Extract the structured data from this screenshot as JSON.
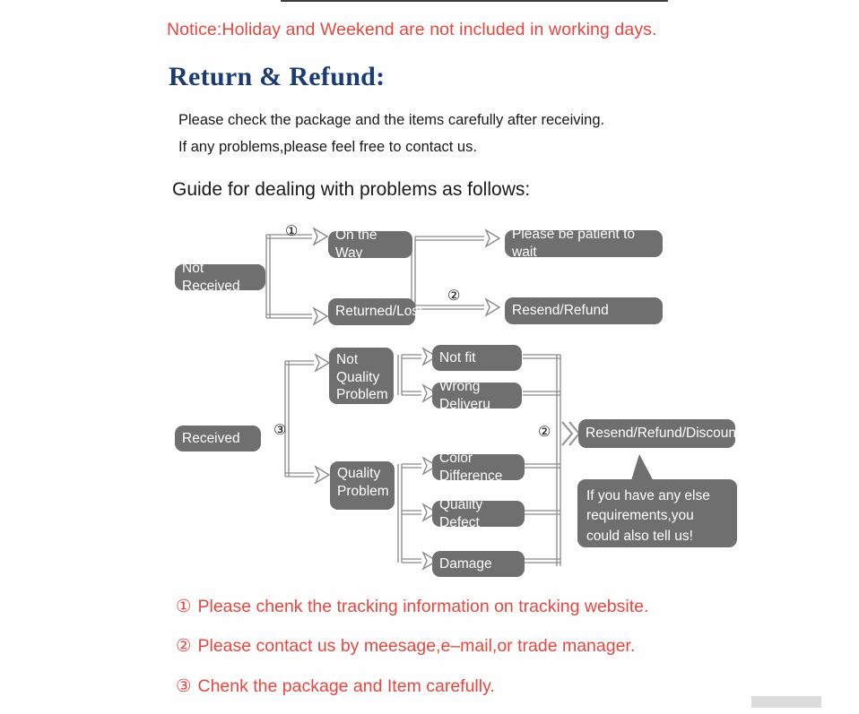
{
  "notice": "Notice:Holiday and Weekend are not included in working days.",
  "heading": "Return & Refund:",
  "paragraphs": [
    "Please check the package and the items carefully after receiving.",
    "If any problems,please feel free to contact us."
  ],
  "guide_title": "Guide for dealing with problems as follows:",
  "colors": {
    "notice_red": "#e8473f",
    "heading_blue": "#1b3c73",
    "node_gray": "#6f6f6f",
    "node_text": "#ffffff",
    "connector": "#8a8a8a",
    "body_text": "#1a1a1a"
  },
  "flowchart": {
    "branch_not_received": {
      "root": "Not Received",
      "marker_1": "①",
      "marker_2": "②",
      "stages": [
        "On the Way",
        "Returned/Lost"
      ],
      "outcomes": [
        "Please be patient to wait",
        "Resend/Refund"
      ]
    },
    "branch_received": {
      "root": "Received",
      "marker_3": "③",
      "marker_2": "②",
      "categories": [
        "Not\nQuality\nProblem",
        "Quality\nProblem"
      ],
      "not_quality_items": [
        "Not fit",
        "Wrong Deliveru"
      ],
      "quality_items": [
        "Color Difference",
        "Quality Defect",
        "Damage"
      ],
      "outcome": "Resend/Refund/Discount"
    },
    "bubble": "If you have any else requirements,you could also tell us!"
  },
  "footnotes": [
    {
      "num": "①",
      "text": "Please chenk the tracking information on tracking website."
    },
    {
      "num": "②",
      "text": "Please contact us by meesage,e–mail,or trade manager."
    },
    {
      "num": "③",
      "text": "Chenk the package and Item carefully."
    }
  ]
}
